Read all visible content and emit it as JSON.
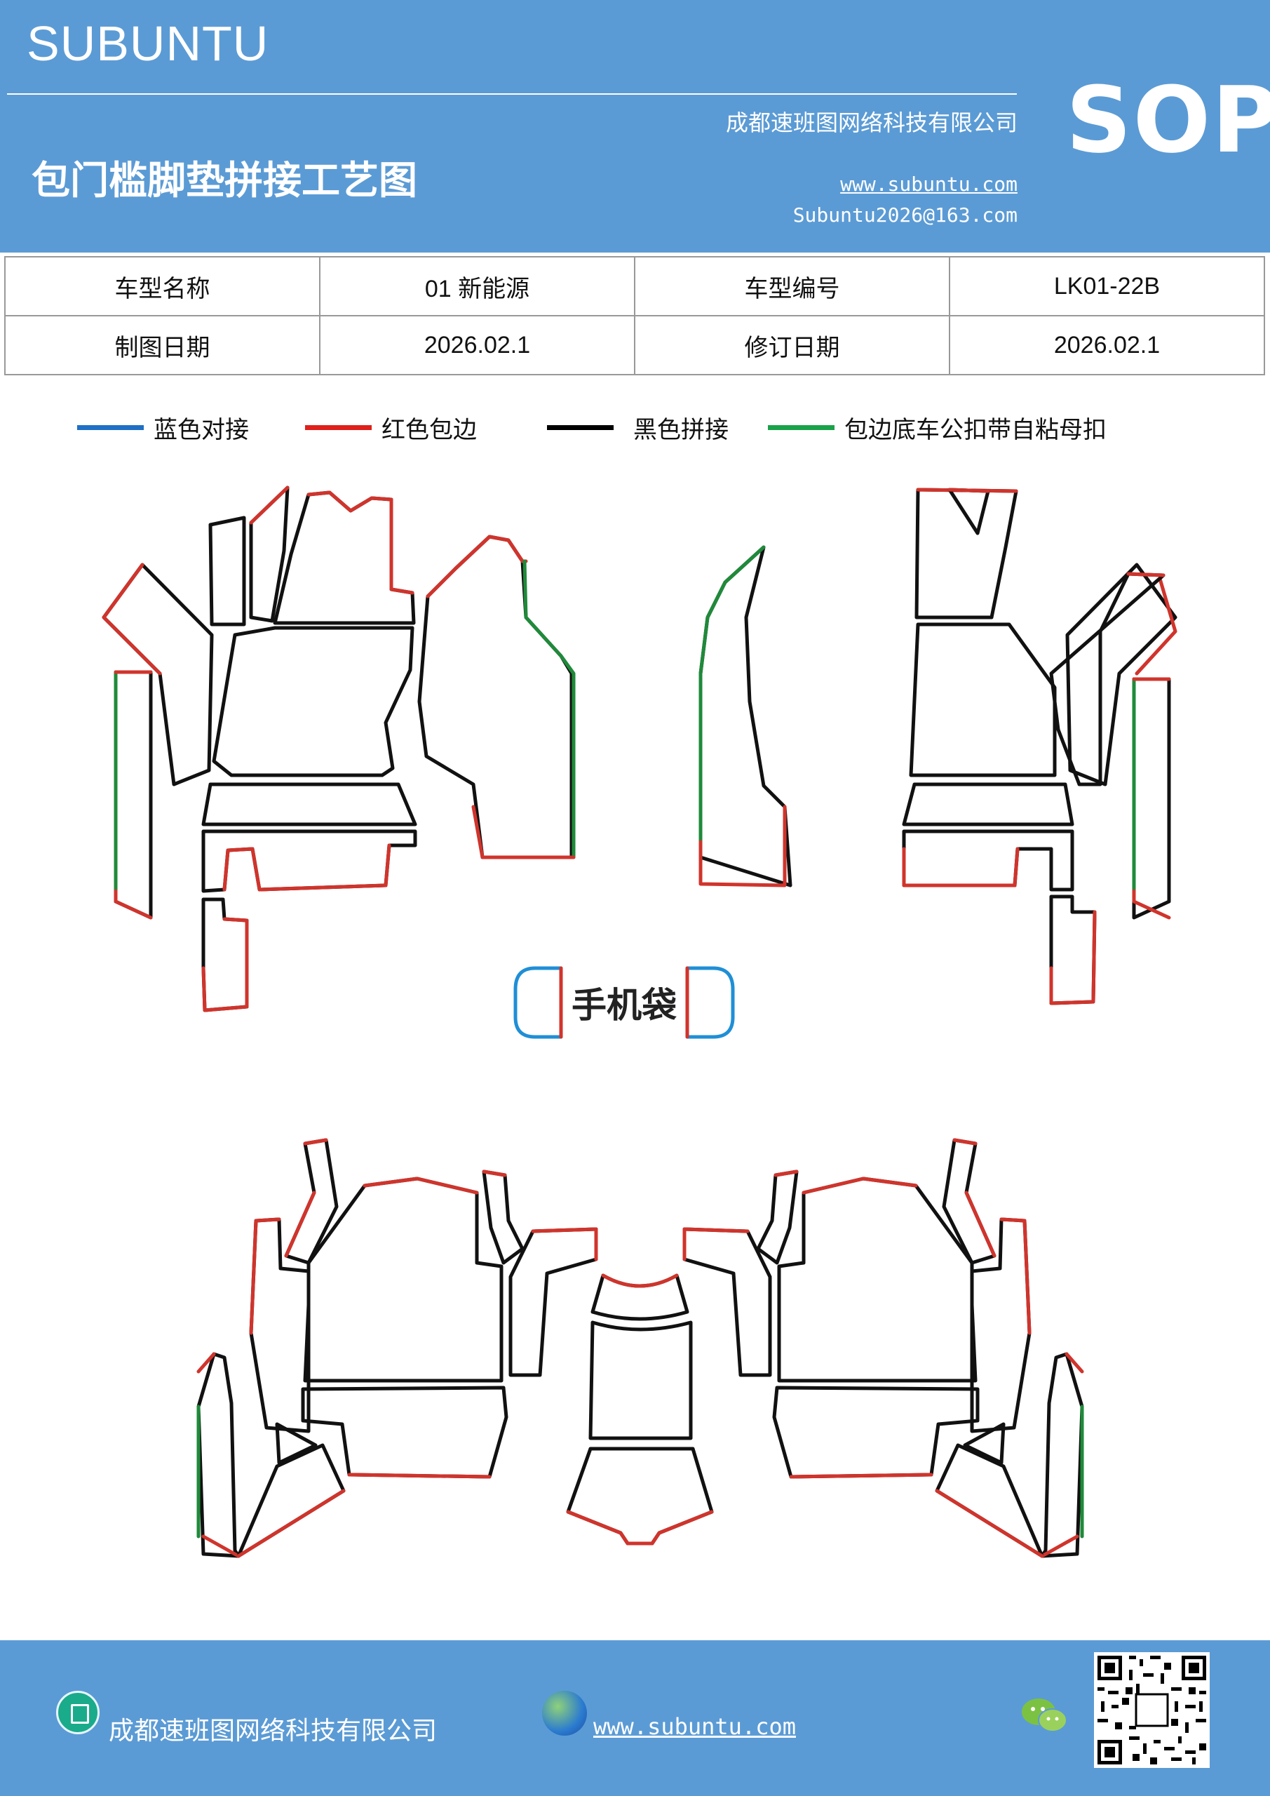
{
  "header": {
    "brand": "SUBUNTU",
    "sop": "SOP",
    "title": "包门槛脚垫拼接工艺图",
    "company": "成都速班图网络科技有限公司",
    "website": "www.subuntu.com",
    "email": "Subuntu2026@163.com"
  },
  "info_table": {
    "model_name_label": "车型名称",
    "model_name_value": "01 新能源",
    "model_code_label": "车型编号",
    "model_code_value": "LK01-22B",
    "draw_date_label": "制图日期",
    "draw_date_value": "2026.02.1",
    "revise_date_label": "修订日期",
    "revise_date_value": "2026.02.1"
  },
  "legend": [
    {
      "label": "蓝色对接",
      "color": "#1f6fc5"
    },
    {
      "label": "红色包边",
      "color": "#e0201b"
    },
    {
      "label": "黑色拼接",
      "color": "#000000"
    },
    {
      "label": "包边底车公扣带自粘母扣",
      "color": "#1aa24a"
    }
  ],
  "phone_bag_label": "手机袋",
  "colors": {
    "header_bg": "#5b9bd5",
    "blue": "#1f8fd6",
    "red": "#d0342c",
    "black": "#111111",
    "green": "#1f8a3a"
  },
  "footer": {
    "company": "成都速班图网络科技有限公司",
    "website": "www.subuntu.com",
    "icons": [
      "building-icon",
      "globe-icon",
      "wechat-icon",
      "qr-code"
    ]
  }
}
